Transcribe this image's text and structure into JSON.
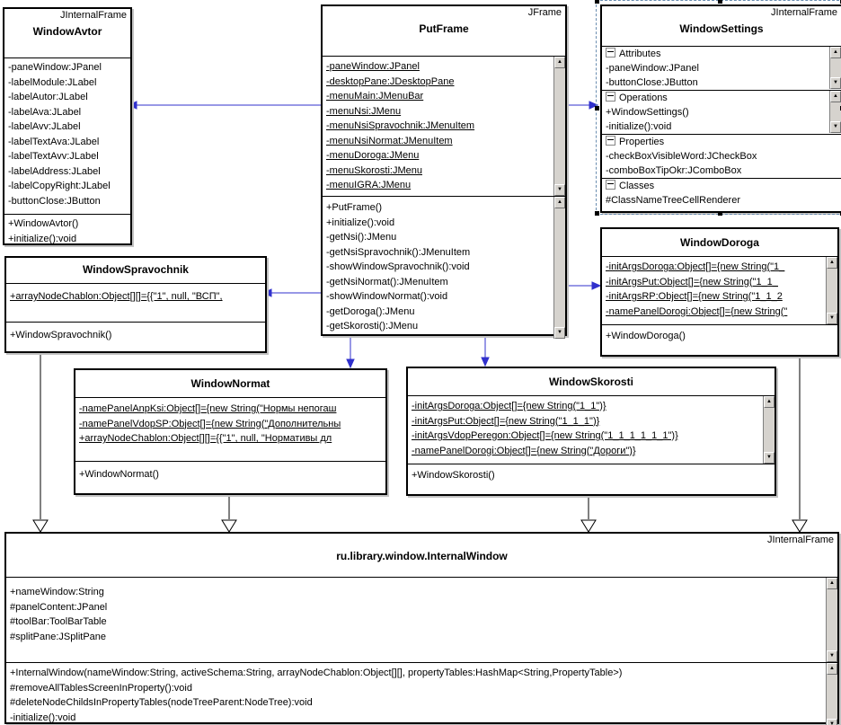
{
  "icons": {
    "scroll_up": "▲",
    "scroll_down": "▼"
  },
  "colors": {
    "association_arrow": "#3030cc",
    "generalization_line": "#000000",
    "class_fill": "#ffffff",
    "class_border": "#000000",
    "scrollbar_face": "#d6d3ce",
    "selection_dash": "#6a8db0"
  },
  "classes": {
    "windowAvtor": {
      "stereotype": "JInternalFrame",
      "name": "WindowAvtor",
      "attrs": [
        "-paneWindow:JPanel",
        "-labelModule:JLabel",
        "-labelAutor:JLabel",
        "-labelAva:JLabel",
        "-labelAvv:JLabel",
        "-labelTextAva:JLabel",
        "-labelTextAvv:JLabel",
        "-labelAddress:JLabel",
        "-labelCopyRight:JLabel",
        "-buttonClose:JButton"
      ],
      "ops": [
        "+WindowAvtor()",
        "+initialize():void"
      ]
    },
    "putFrame": {
      "stereotype": "JFrame",
      "name": "PutFrame",
      "attrs": [
        "-paneWindow:JPanel",
        "-desktopPane:JDesktopPane",
        "-menuMain:JMenuBar",
        "-menuNsi:JMenu",
        "-menuNsiSpravochnik:JMenuItem",
        "-menuNsiNormat:JMenuItem",
        "-menuDoroga:JMenu",
        "-menuSkorosti:JMenu",
        "-menuIGRA:JMenu"
      ],
      "ops": [
        "+PutFrame()",
        "+initialize():void",
        "-getNsi():JMenu",
        "-getNsiSpravochnik():JMenuItem",
        "-showWindowSpravochnik():void",
        "-getNsiNormat():JMenuItem",
        "-showWindowNormat():void",
        "-getDoroga():JMenu",
        "-getSkorosti():JMenu"
      ]
    },
    "windowSettings": {
      "stereotype": "JInternalFrame",
      "name": "WindowSettings",
      "sections": [
        {
          "header": "Attributes",
          "items": [
            "-paneWindow:JPanel",
            "-buttonClose:JButton"
          ]
        },
        {
          "header": "Operations",
          "items": [
            "+WindowSettings()",
            "-initialize():void"
          ]
        },
        {
          "header": "Properties",
          "items": [
            "-checkBoxVisibleWord:JCheckBox",
            "-comboBoxTipOkr:JComboBox"
          ]
        },
        {
          "header": "Classes",
          "items": [
            "#ClassNameTreeCellRenderer"
          ]
        }
      ]
    },
    "windowSpravochnik": {
      "name": "WindowSpravochnik",
      "attrs": [
        "+arrayNodeChablon:Object[][]={{\"1\", null, \"ВСП\","
      ],
      "ops": [
        "+WindowSpravochnik()"
      ]
    },
    "windowDoroga": {
      "name": "WindowDoroga",
      "attrs": [
        "-initArgsDoroga:Object[]={new String(\"1_",
        "-initArgsPut:Object[]={new String(\"1_1_",
        "-initArgsRP:Object[]={new String(\"1_1_2",
        "-namePanelDorogi:Object[]={new String(\""
      ],
      "ops": [
        "+WindowDoroga()"
      ]
    },
    "windowNormat": {
      "name": "WindowNormat",
      "attrs": [
        "-namePanelAnpKsi:Object[]={new String(\"Нормы непогаш",
        "-namePanelVdopSP:Object[]={new String(\"Дополнительны",
        "+arrayNodeChablon:Object[][]={{\"1\", null, \"Нормативы дл"
      ],
      "ops": [
        "+WindowNormat()"
      ]
    },
    "windowSkorosti": {
      "name": "WindowSkorosti",
      "attrs": [
        "-initArgsDoroga:Object[]={new String(\"1_1\")}",
        "-initArgsPut:Object[]={new String(\"1_1_1\")}",
        "-initArgsVdopPeregon:Object[]={new String(\"1_1_1_1_1_1\")}",
        "-namePanelDorogi:Object[]={new String(\"Дороги\")}"
      ],
      "ops": [
        "+WindowSkorosti()"
      ]
    },
    "internalWindow": {
      "stereotype": "JInternalFrame",
      "name": "ru.library.window.InternalWindow",
      "attrs": [
        "+nameWindow:String",
        "#panelContent:JPanel",
        "#toolBar:ToolBarTable",
        "#splitPane:JSplitPane"
      ],
      "ops": [
        "+InternalWindow(nameWindow:String, activeSchema:String, arrayNodeChablon:Object[][], propertyTables:HashMap<String,PropertyTable>)",
        "#removeAllTablesScreenInProperty():void",
        "#deleteNodeChildsInPropertyTables(nodeTreeParent:NodeTree):void",
        "-initialize():void"
      ]
    }
  }
}
